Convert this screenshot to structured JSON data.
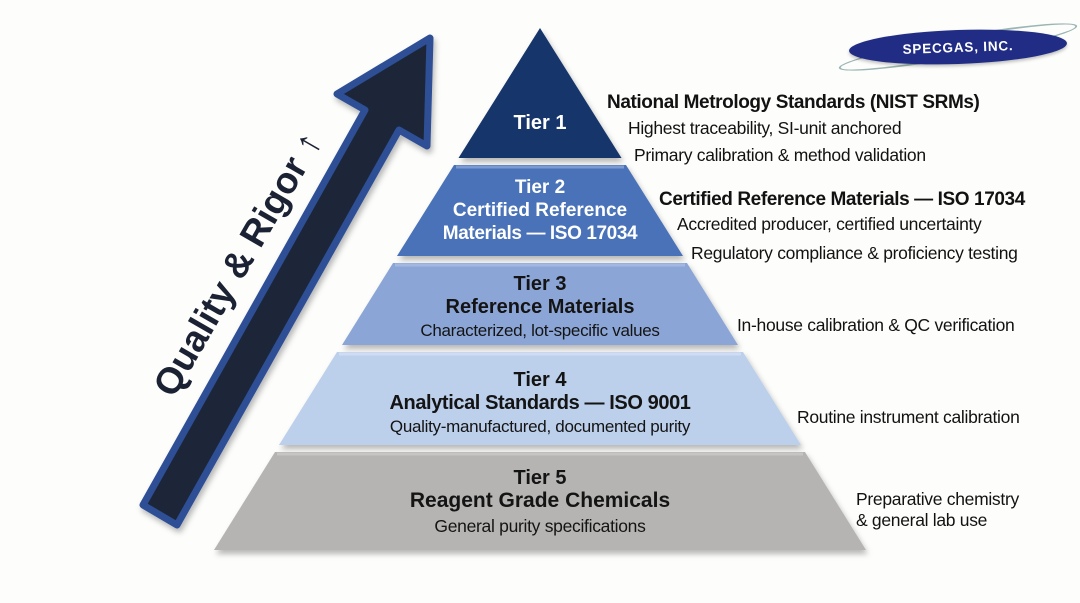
{
  "page": {
    "background": "#fdfdfb"
  },
  "logo": {
    "text": "SPECGAS, INC.",
    "ellipse_color": "#212d85",
    "orbit_color": "#9ab6b4",
    "text_color": "#ffffff"
  },
  "arrow": {
    "label": "Quality & Rigor ↑",
    "fill": "#1b2638",
    "border": "#2e5096",
    "label_color": "#1b2233"
  },
  "tiers": [
    {
      "id": "tier-1",
      "lines": [
        "Tier 1"
      ],
      "fill": "#17356b",
      "text_color": "#ffffff",
      "annotation_title": "National Metrology Standards (NIST SRMs)",
      "annotation_lines": [
        "Highest traceability, SI-unit anchored",
        "Primary calibration & method validation"
      ]
    },
    {
      "id": "tier-2",
      "lines": [
        "Tier 2",
        "Certified Reference",
        "Materials — ISO 17034"
      ],
      "fill": "#4a72b8",
      "text_color": "#ffffff",
      "annotation_title": "Certified Reference Materials — ISO 17034",
      "annotation_lines": [
        "Accredited producer, certified uncertainty",
        "Regulatory compliance & proficiency testing"
      ]
    },
    {
      "id": "tier-3",
      "lines": [
        "Tier 3",
        "Reference Materials",
        "Characterized, lot-specific values"
      ],
      "fill": "#8ba6d6",
      "text_color": "#141414",
      "annotation_lines": [
        "In-house calibration & QC verification"
      ]
    },
    {
      "id": "tier-4",
      "lines": [
        "Tier 4",
        "Analytical Standards — ISO 9001",
        "Quality-manufactured, documented purity"
      ],
      "fill": "#bccfeb",
      "text_color": "#141414",
      "annotation_lines": [
        "Routine instrument calibration"
      ]
    },
    {
      "id": "tier-5",
      "lines": [
        "Tier 5",
        "Reagent Grade Chemicals",
        "General purity specifications"
      ],
      "fill": "#b5b4b2",
      "text_color": "#141414",
      "annotation_lines": [
        "Preparative chemistry",
        "& general lab use"
      ]
    }
  ]
}
